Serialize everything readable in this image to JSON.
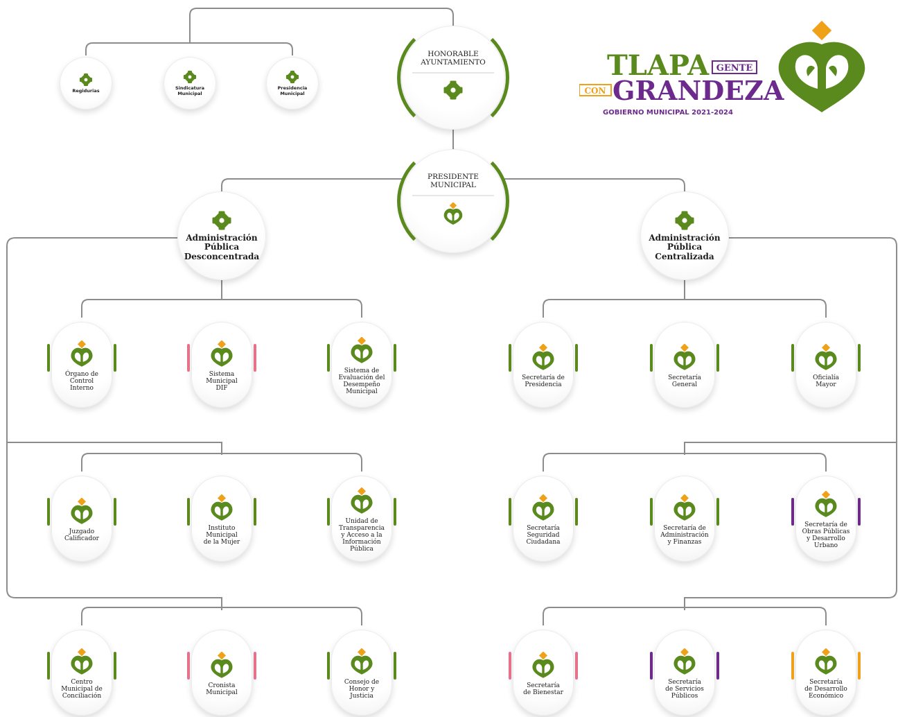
{
  "colors": {
    "green": "#5a8a1d",
    "dark_green": "#3d6b12",
    "orange": "#f0a11a",
    "pink": "#e8708a",
    "purple": "#6b2a8c",
    "connector": "#8c8c8c"
  },
  "logo": {
    "tlapa": "TLAPA",
    "gente": "GENTE",
    "con": "CON",
    "grandeza": "GRANDEZA",
    "gobierno": "GOBIERNO MUNICIPAL 2021-2024"
  },
  "top": {
    "ayuntamiento": "HONORABLE\nAYUNTAMIENTO",
    "presidente": "PRESIDENTE\nMUNICIPAL",
    "regidurias": "Regidurias",
    "sindicatura": "Sindicatura\nMunicipal",
    "presidencia": "Presidencia\nMunicipal"
  },
  "admin": {
    "desconcentrada": "Administración\nPública\nDesconcentrada",
    "centralizada": "Administración\nPública\nCentralizada"
  },
  "left_units": [
    {
      "label": "Órgano de\nControl\nInterno",
      "bar": "green",
      "icon": "leaf-emblem-icon"
    },
    {
      "label": "Sistema\nMunicipal\nDIF",
      "bar": "pink",
      "icon": "leaf-emblem-icon"
    },
    {
      "label": "Sistema de\nEvaluación del\nDesempeño\nMunicipal",
      "bar": "green",
      "icon": "leaf-emblem-icon"
    },
    {
      "label": "Juzgado\nCalificador",
      "bar": "green",
      "icon": "leaf-emblem-icon"
    },
    {
      "label": "Instituto\nMunicipal\nde la Mujer",
      "bar": "green",
      "icon": "leaf-emblem-icon"
    },
    {
      "label": "Unidad de\nTransparencia\ny Acceso a la\nInformación\nPública",
      "bar": "green",
      "icon": "leaf-emblem-icon"
    },
    {
      "label": "Centro\nMunicipal de\nConciliación",
      "bar": "green",
      "icon": "leaf-emblem-icon"
    },
    {
      "label": "Cronista\nMunicipal",
      "bar": "pink",
      "icon": "leaf-emblem-icon"
    },
    {
      "label": "Consejo de\nHonor y\nJusticia",
      "bar": "green",
      "icon": "leaf-emblem-icon"
    }
  ],
  "right_units": [
    {
      "label": "Secretaría de\nPresidencia",
      "bar": "green",
      "icon": "leaf-emblem-icon"
    },
    {
      "label": "Secretaría\nGeneral",
      "bar": "green",
      "icon": "leaf-emblem-icon"
    },
    {
      "label": "Oficialía\nMayor",
      "bar": "green",
      "icon": "leaf-emblem-icon"
    },
    {
      "label": "Secretaría\nSeguridad\nCiudadana",
      "bar": "green",
      "icon": "leaf-emblem-icon"
    },
    {
      "label": "Secretaría de\nAdministración\ny Finanzas",
      "bar": "green",
      "icon": "leaf-emblem-icon"
    },
    {
      "label": "Secretaría de\nObras Públicas\ny Desarrollo\nUrbano",
      "bar": "purple",
      "icon": "leaf-emblem-icon"
    },
    {
      "label": "Secretaría\nde Bienestar",
      "bar": "pink",
      "icon": "leaf-emblem-icon"
    },
    {
      "label": "Secretaría\nde Servicios\nPúblicos",
      "bar": "purple",
      "icon": "leaf-emblem-icon"
    },
    {
      "label": "Secretaría\nde Desarrollo\nEconómico",
      "bar": "orange",
      "icon": "leaf-emblem-icon"
    }
  ]
}
